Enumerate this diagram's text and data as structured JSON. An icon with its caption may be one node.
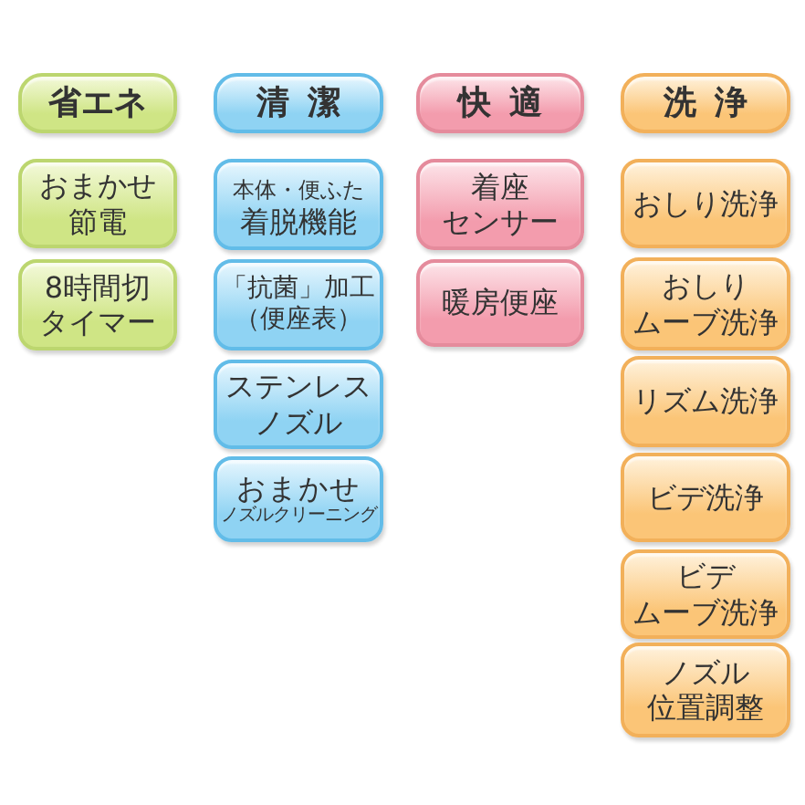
{
  "diagram": {
    "nodes": [
      {
        "text": [
          "省エネ"
        ]
      },
      {
        "text": [
          "清潔"
        ]
      },
      {
        "text": [
          "快適"
        ]
      },
      {
        "text": [
          "洗浄"
        ]
      },
      {
        "text": [
          "おまかせ節電"
        ]
      },
      {
        "text": [
          "本体・便ふた着脱機能"
        ]
      },
      {
        "text": [
          "着座センサー"
        ]
      },
      {
        "text": [
          "おしり洗浄"
        ]
      },
      {
        "text": [
          "8時間切タイマー"
        ]
      },
      {
        "text": [
          "「抗菌」加工（便座表）"
        ]
      },
      {
        "text": [
          "暖房便座"
        ]
      },
      {
        "text": [
          "おしりムーブ洗浄"
        ]
      },
      {
        "text": [
          "ステンレスノズル"
        ]
      },
      {
        "text": [
          "リズム洗浄"
        ]
      },
      {
        "text": [
          "おまかせノズルクリーニング"
        ]
      },
      {
        "text": [
          "ビデ洗浄"
        ]
      },
      {
        "text": [
          "ビデムーブ洗浄"
        ]
      },
      {
        "text": [
          "ノズル位置調整"
        ]
      }
    ]
  }
}
